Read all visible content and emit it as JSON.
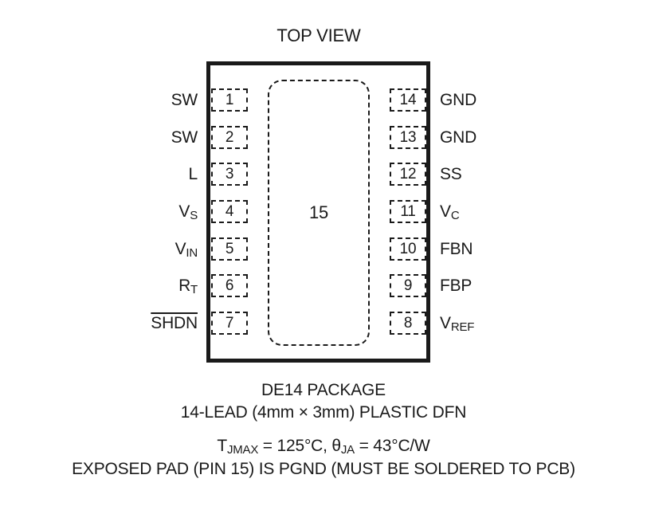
{
  "title": "TOP VIEW",
  "package": {
    "center_pad_label": "15",
    "left_pins": [
      {
        "number": "1",
        "label_main": "SW",
        "label_sub": ""
      },
      {
        "number": "2",
        "label_main": "SW",
        "label_sub": ""
      },
      {
        "number": "3",
        "label_main": "L",
        "label_sub": ""
      },
      {
        "number": "4",
        "label_main": "V",
        "label_sub": "S"
      },
      {
        "number": "5",
        "label_main": "V",
        "label_sub": "IN"
      },
      {
        "number": "6",
        "label_main": "R",
        "label_sub": "T"
      },
      {
        "number": "7",
        "label_main": "SHDN",
        "label_sub": ""
      }
    ],
    "right_pins": [
      {
        "number": "14",
        "label_main": "GND",
        "label_sub": ""
      },
      {
        "number": "13",
        "label_main": "GND",
        "label_sub": ""
      },
      {
        "number": "12",
        "label_main": "SS",
        "label_sub": ""
      },
      {
        "number": "11",
        "label_main": "V",
        "label_sub": "C"
      },
      {
        "number": "10",
        "label_main": "FBN",
        "label_sub": ""
      },
      {
        "number": "9",
        "label_main": "FBP",
        "label_sub": ""
      },
      {
        "number": "8",
        "label_main": "V",
        "label_sub": "REF"
      }
    ]
  },
  "notes": {
    "line1": "DE14 PACKAGE",
    "line2": "14-LEAD (4mm × 3mm) PLASTIC DFN",
    "line3": {
      "t_main": "T",
      "t_sub": "JMAX",
      "t_eq": " = 125°C, ",
      "theta_main": "θ",
      "theta_sub": "JA",
      "theta_eq": " = 43°C/W"
    },
    "line4": "EXPOSED PAD (PIN 15) IS PGND (MUST BE SOLDERED TO PCB)"
  }
}
